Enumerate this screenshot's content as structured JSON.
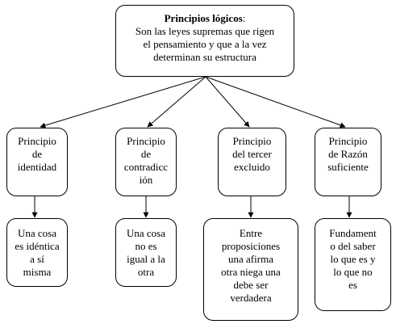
{
  "diagram": {
    "root": {
      "title": "Principios lógicos",
      "title_suffix": ":",
      "lines": [
        "Son las leyes supremas que rigen",
        "el pensamiento y que a la vez",
        "determinan su estructura"
      ]
    },
    "principles": [
      {
        "lines": [
          "Principio",
          "de",
          "identidad"
        ],
        "consequence": [
          "Una cosa",
          "es idéntica",
          "a sí",
          "misma"
        ]
      },
      {
        "lines": [
          "Principio",
          "de",
          "contradicc",
          "ión"
        ],
        "consequence": [
          "Una cosa",
          "no es",
          "igual a la",
          "otra"
        ]
      },
      {
        "lines": [
          "Principio",
          "del tercer",
          "excluido"
        ],
        "consequence": [
          "Entre",
          "proposiciones",
          "una afirma",
          "otra niega una",
          "debe ser",
          "verdadera"
        ]
      },
      {
        "lines": [
          "Principio",
          "de Razón",
          "suficiente"
        ],
        "consequence": [
          "Fundament",
          "o del saber",
          "lo que es y",
          "lo que no",
          "es"
        ]
      }
    ]
  }
}
